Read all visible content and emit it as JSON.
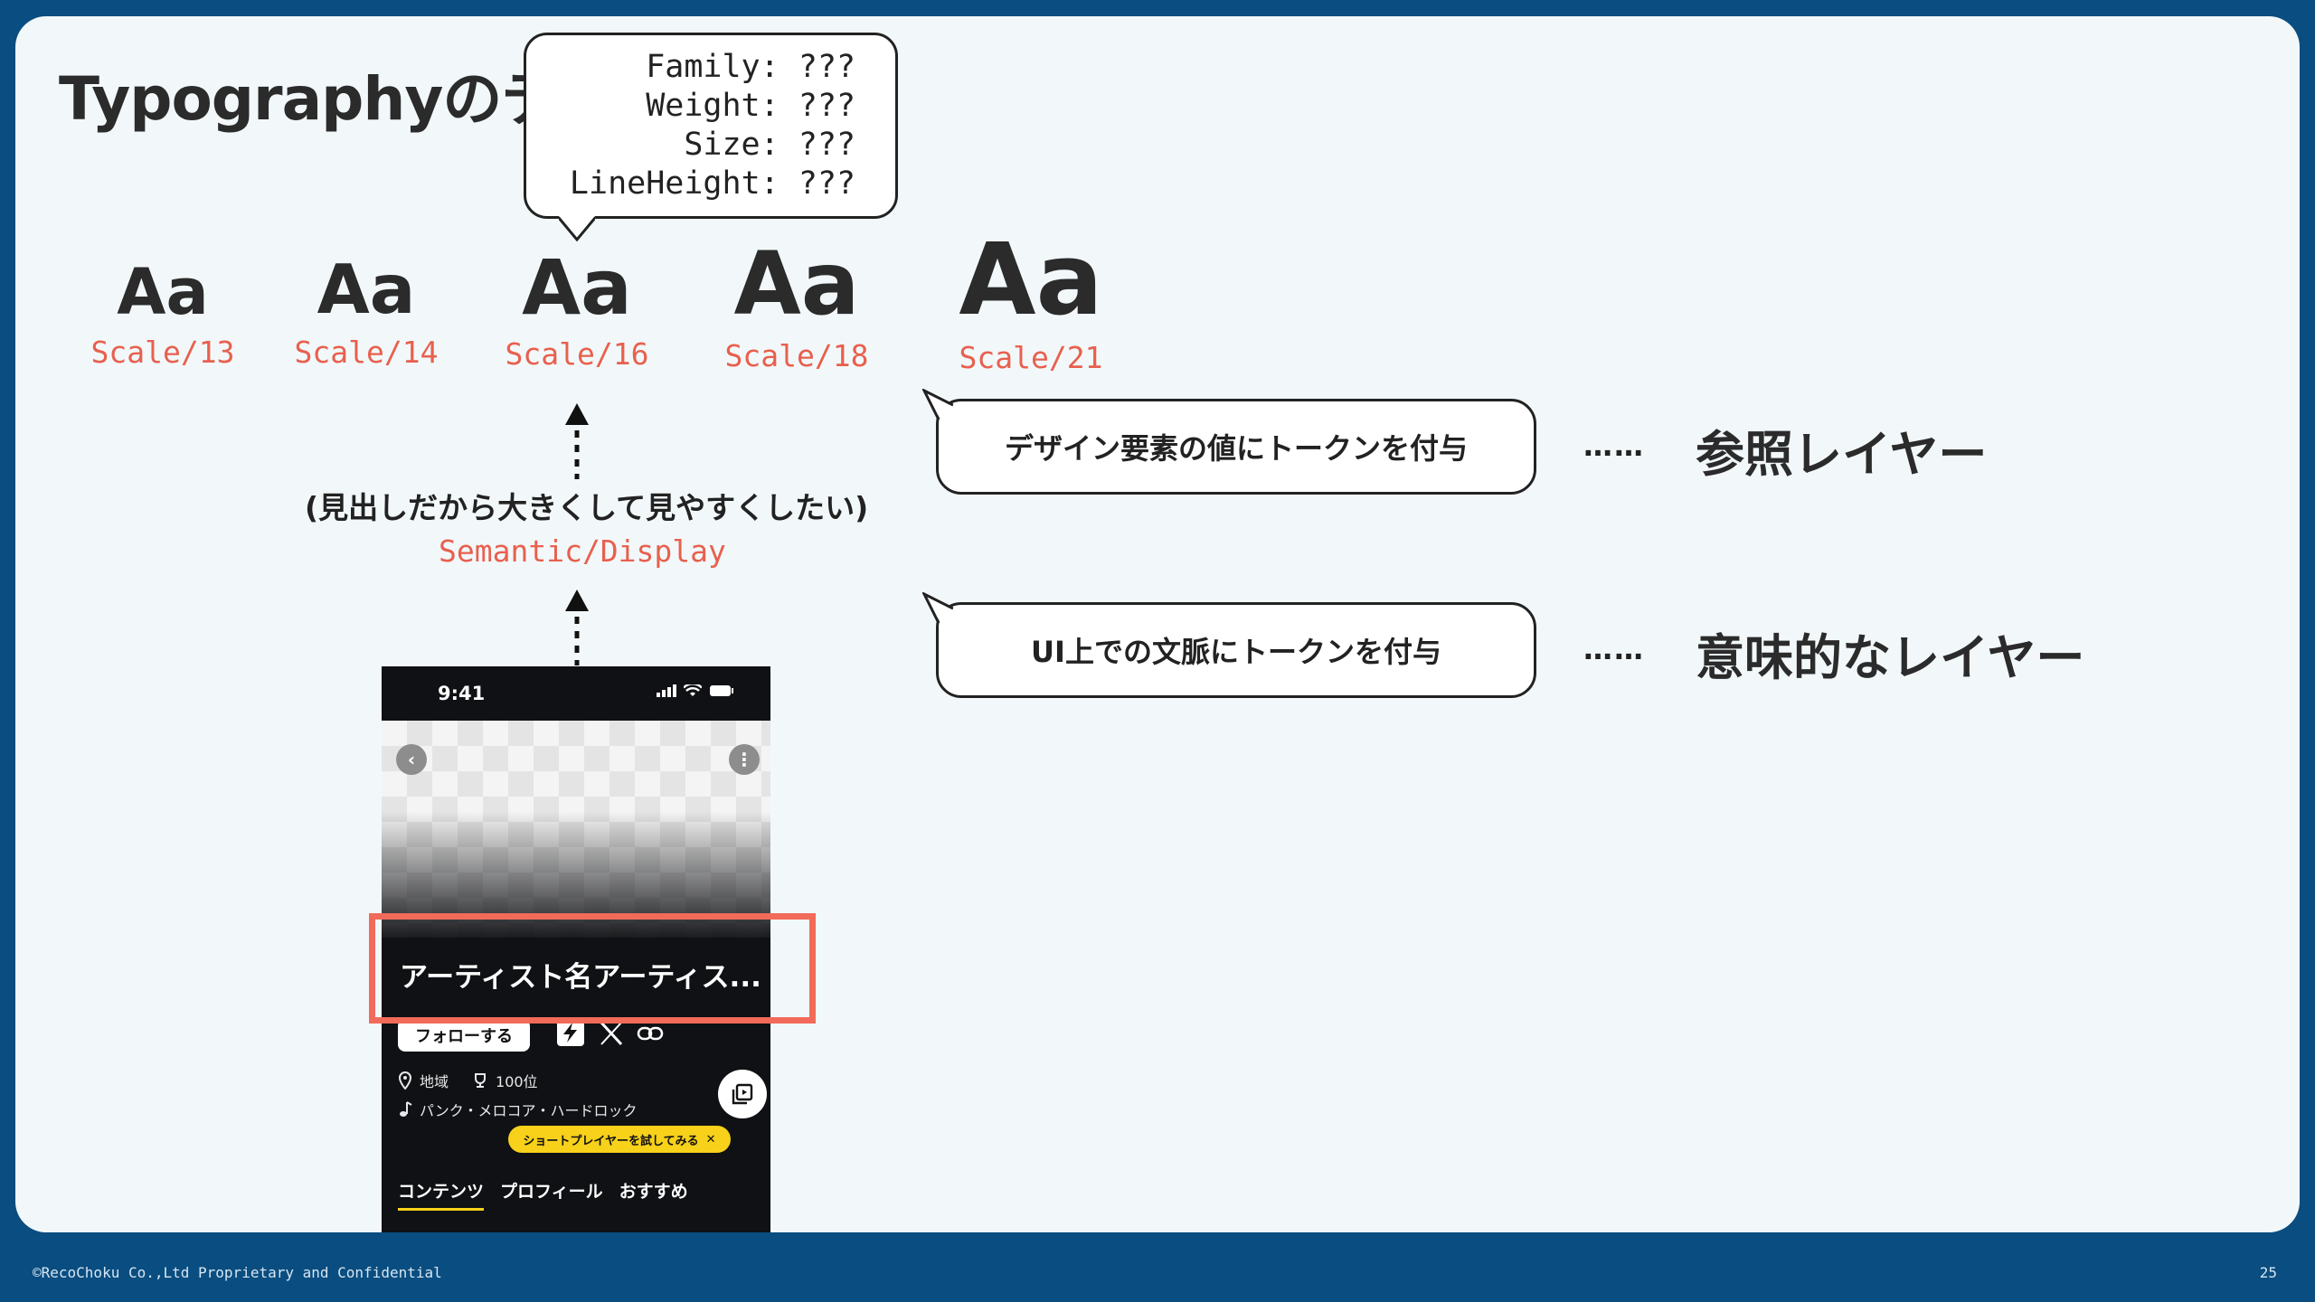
{
  "slide": {
    "title": "Typographyのデザ",
    "tooltip": {
      "family": "Family: ???",
      "weight": "Weight: ???",
      "size": "Size: ???",
      "line_height": "LineHeight: ???"
    },
    "scales": [
      {
        "sample": "Aa",
        "label": "Scale/13"
      },
      {
        "sample": "Aa",
        "label": "Scale/14"
      },
      {
        "sample": "Aa",
        "label": "Scale/16"
      },
      {
        "sample": "Aa",
        "label": "Scale/18"
      },
      {
        "sample": "Aa",
        "label": "Scale/21"
      }
    ],
    "semantic_note": "(見出しだから大きくして見やすくしたい)",
    "semantic_token": "Semantic/Display",
    "bubble_reference": "デザイン要素の値にトークンを付与",
    "bubble_semantic": "UI上での文脈にトークンを付与",
    "dots_1": "……",
    "dots_2": "……",
    "layer_reference": "参照レイヤー",
    "layer_semantic": "意味的なレイヤー",
    "accent_color": "#e8604e",
    "highlight_color": "#f26a5a"
  },
  "phone": {
    "time": "9:41",
    "artist_name": "アーティスト名アーティス...",
    "follow_label": "フォローする",
    "region": "地域",
    "rank": "100位",
    "genres": "パンク・メロコア・ハードロック",
    "short_player": "ショートプレイヤーを試してみる",
    "tabs": [
      "コンテンツ",
      "プロフィール",
      "おすすめ"
    ],
    "icons": [
      "back-icon",
      "more-icon",
      "signal-icon",
      "wifi-icon",
      "battery-icon",
      "lightning-icon",
      "x-logo-icon",
      "link-icon",
      "location-icon",
      "trophy-icon",
      "music-note-icon",
      "playlist-icon",
      "close-icon"
    ]
  },
  "footer": {
    "copyright": "©RecoChoku Co.,Ltd Proprietary and Confidential",
    "page_number": "25"
  }
}
